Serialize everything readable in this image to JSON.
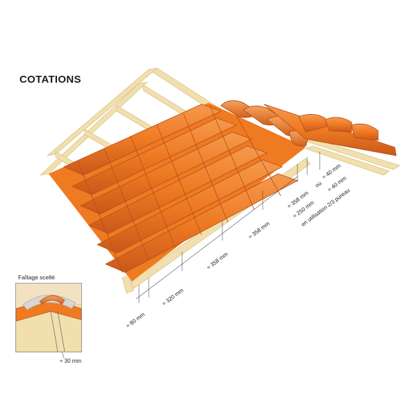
{
  "title": "COTATIONS",
  "colors": {
    "tile": "#ee7a22",
    "tile_dark": "#c9581a",
    "tile_light": "#f59a4e",
    "batten": "#f1dfae",
    "batten_edge": "#d9c286",
    "mortar": "#d9d5cf"
  },
  "dimensions": {
    "d80": "≈ 80 mm",
    "d320": "≈ 320 mm",
    "d358a": "≈ 358 mm",
    "d358b": "≈ 358 mm",
    "d358c": "≈ 358 mm",
    "ou": "ou",
    "d40a": "≈ 40 mm",
    "d250": "≈ 250 mm",
    "d40b": "≈ 40 mm",
    "usage": "en utilisation 2/3 pureau"
  },
  "inset": {
    "title": "Faîtage scellé",
    "dim": "≈ 30 mm"
  }
}
